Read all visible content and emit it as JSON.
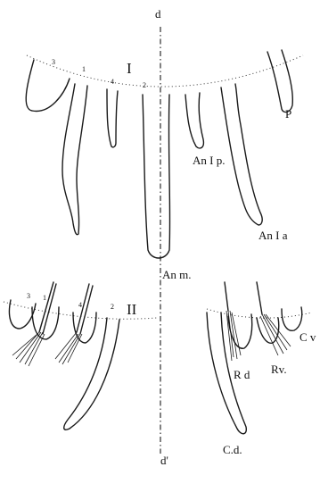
{
  "labels": {
    "axis_top": "d",
    "axis_bottom": "d'",
    "roman_1": "I",
    "roman_2": "II",
    "an_ip": "An I p.",
    "an_ia": "An I a",
    "an_m": "An m.",
    "p": "P",
    "cv": "C v",
    "rd": "R d",
    "rv": "Rv.",
    "cd": "C.d.",
    "num_1_3": "3",
    "num_1_1": "1",
    "num_1_4": "4",
    "num_1_2": "2",
    "num_2_3": "3",
    "num_2_1": "1",
    "num_2_4": "4",
    "num_2_2": "2"
  },
  "colors": {
    "ink": "#1a1a1a",
    "background": "#ffffff"
  }
}
